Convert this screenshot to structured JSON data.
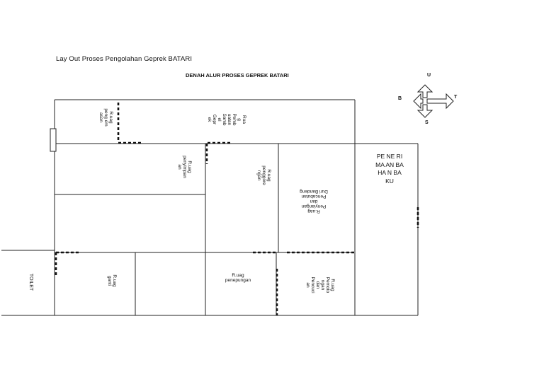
{
  "doc_title": "Lay Out Proses Pengolahan Geprek BATARI",
  "plan_title": "DENAH ALUR PROSES GEPREK BATARI",
  "compass": {
    "north": "U",
    "west": "B",
    "east": "T",
    "south": "S"
  },
  "rooms": {
    "ruang_pengemasan": "R.uag\npeng em\nasan",
    "ruang_pembuatan_sambel": "Rua\ng\nPemb\nuatan\nSamb\nel\nGepr\nek",
    "ruang_penyimpanan": "R.uag\npenyimpan\nan",
    "ruang_penggorengan": "R.uag\npenggore\nngan",
    "ruang_penyiangan": "R.uag\nPenyiangan\ndan\nPencabutan\nDuri Bandeng",
    "penerimaan_bahan_baku": "PE\nNE\nRI\nMA\nAN\nBA\nHA\nN\nBA\nKU",
    "toilet": "TOILET",
    "ruang_ganti": "R.uag\nganti",
    "ruang_penepungan": "R.uag\npenepungan",
    "ruang_pemotongan_dan_pencucian": "R.uag\nPemoto\nngan\ndan\nPencuci\nan"
  }
}
